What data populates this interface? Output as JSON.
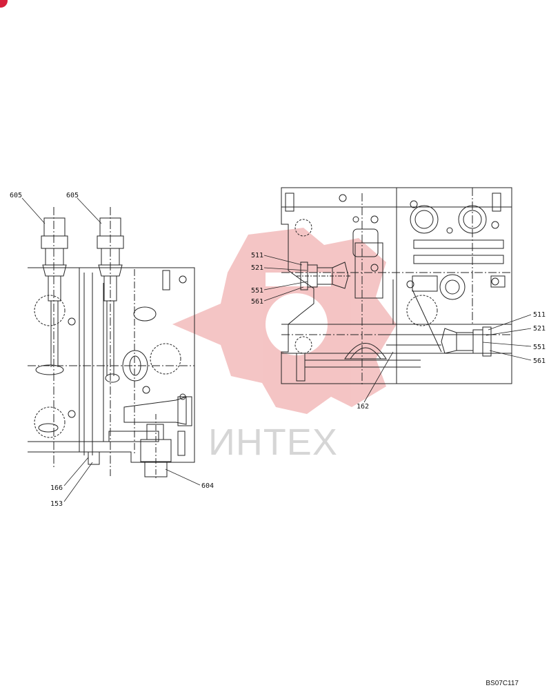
{
  "watermark": {
    "text": "ИНТЕХ",
    "color": "#e05a5a"
  },
  "drawing_code": "BS07C117",
  "callouts": {
    "left_view": [
      "605",
      "605",
      "166",
      "153",
      "604"
    ],
    "right_view": [
      "511",
      "521",
      "551",
      "561",
      "511",
      "521",
      "551",
      "561",
      "162"
    ]
  },
  "colors": {
    "line": "#222222",
    "watermark_red": "#e05a5a",
    "watermark_gray": "#c9c9c9",
    "badge": "#d61f3b"
  }
}
